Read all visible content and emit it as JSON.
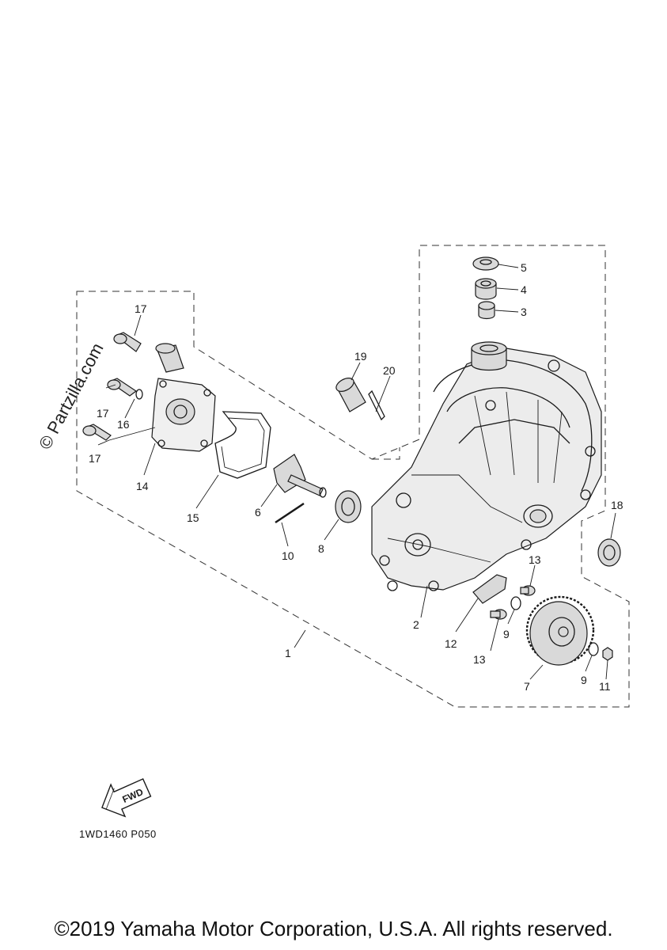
{
  "watermark": "© Partzilla.com",
  "drawing_code": "1WD1460 P050",
  "fwd_badge": "FWD",
  "copyright": "©2019 Yamaha Motor Corporation, U.S.A. All rights reserved.",
  "callouts": {
    "c1": "1",
    "c2": "2",
    "c3": "3",
    "c4": "4",
    "c5": "5",
    "c6": "6",
    "c7": "7",
    "c8": "8",
    "c9a": "9",
    "c9b": "9",
    "c10": "10",
    "c11": "11",
    "c12": "12",
    "c13a": "13",
    "c13b": "13",
    "c14": "14",
    "c15": "15",
    "c16": "16",
    "c17a": "17",
    "c17b": "17",
    "c17c": "17",
    "c18": "18",
    "c19": "19",
    "c20": "20"
  }
}
